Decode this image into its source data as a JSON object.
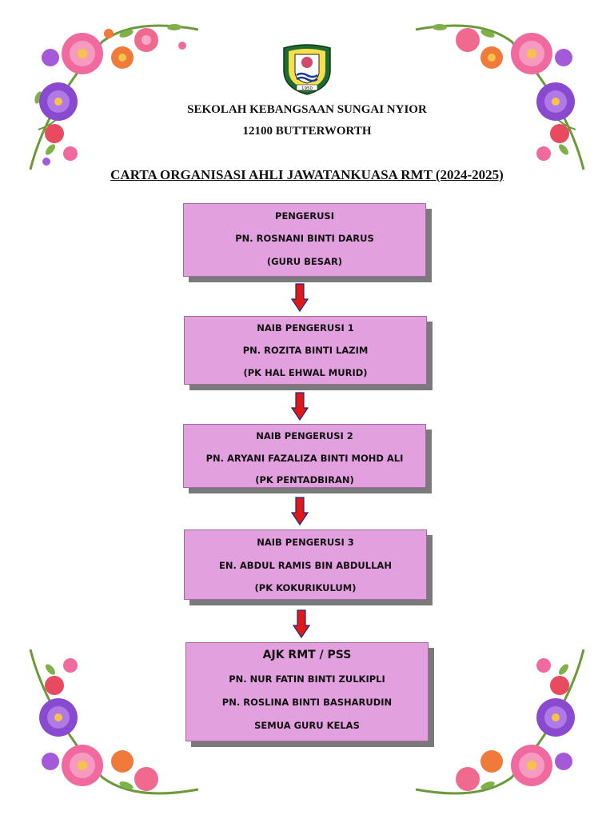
{
  "school": {
    "name": "SEKOLAH KEBANGSAAN SUNGAI NYIOR",
    "city": "12100 BUTTERWORTH",
    "logo_year": "1950"
  },
  "chart": {
    "title": "CARTA ORGANISASI AHLI JAWATANKUASA RMT (2024-2025)"
  },
  "nodes": [
    {
      "role": "PENGERUSI",
      "name": "PN. ROSNANI BINTI DARUS",
      "position": "(GURU BESAR)"
    },
    {
      "role": "NAIB PENGERUSI 1",
      "name": "PN. ROZITA BINTI LAZIM",
      "position": "(PK HAL EHWAL MURID)"
    },
    {
      "role": "NAIB PENGERUSI 2",
      "name": "PN. ARYANI FAZALIZA BINTI MOHD ALI",
      "position": "(PK PENTADBIRAN)"
    },
    {
      "role": "NAIB PENGERUSI 3",
      "name": "EN. ABDUL RAMIS BIN ABDULLAH",
      "position": "(PK KOKURIKULUM)"
    },
    {
      "role": "AJK RMT / PSS",
      "members": [
        "PN. NUR FATIN BINTI ZULKIPLI",
        "PN. ROSLINA BINTI BASHARUDIN",
        "SEMUA GURU KELAS"
      ]
    }
  ],
  "colors": {
    "box_fill": "#e3a0df",
    "box_shadow": "#7a7a7a",
    "arrow_fill": "#e01818",
    "arrow_outline": "#1a2a80"
  },
  "decorations": {
    "corner_icon": "floral-corner-icon",
    "logo_icon": "school-crest-icon",
    "arrow_icon": "down-arrow-icon"
  }
}
